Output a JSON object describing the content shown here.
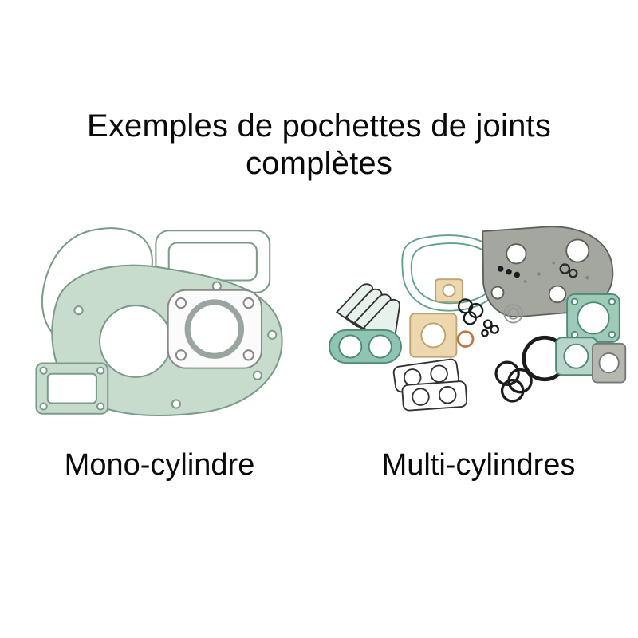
{
  "title": "Exemples de pochettes de joints complètes",
  "figures": {
    "left": {
      "label": "Mono-cylindre"
    },
    "right": {
      "label": "Multi-cylindres"
    }
  },
  "colors": {
    "background": "#ffffff",
    "text": "#0a0a0a",
    "gasket_sage": "#c8dccd",
    "gasket_teal": "#8fc4b2",
    "gasket_outline": "#7a9c88",
    "gasket_grey": "#a3a79f",
    "gasket_beige": "#ecd7ae",
    "oring_black": "#1c1c1c",
    "copper_ring": "#c0763c"
  }
}
